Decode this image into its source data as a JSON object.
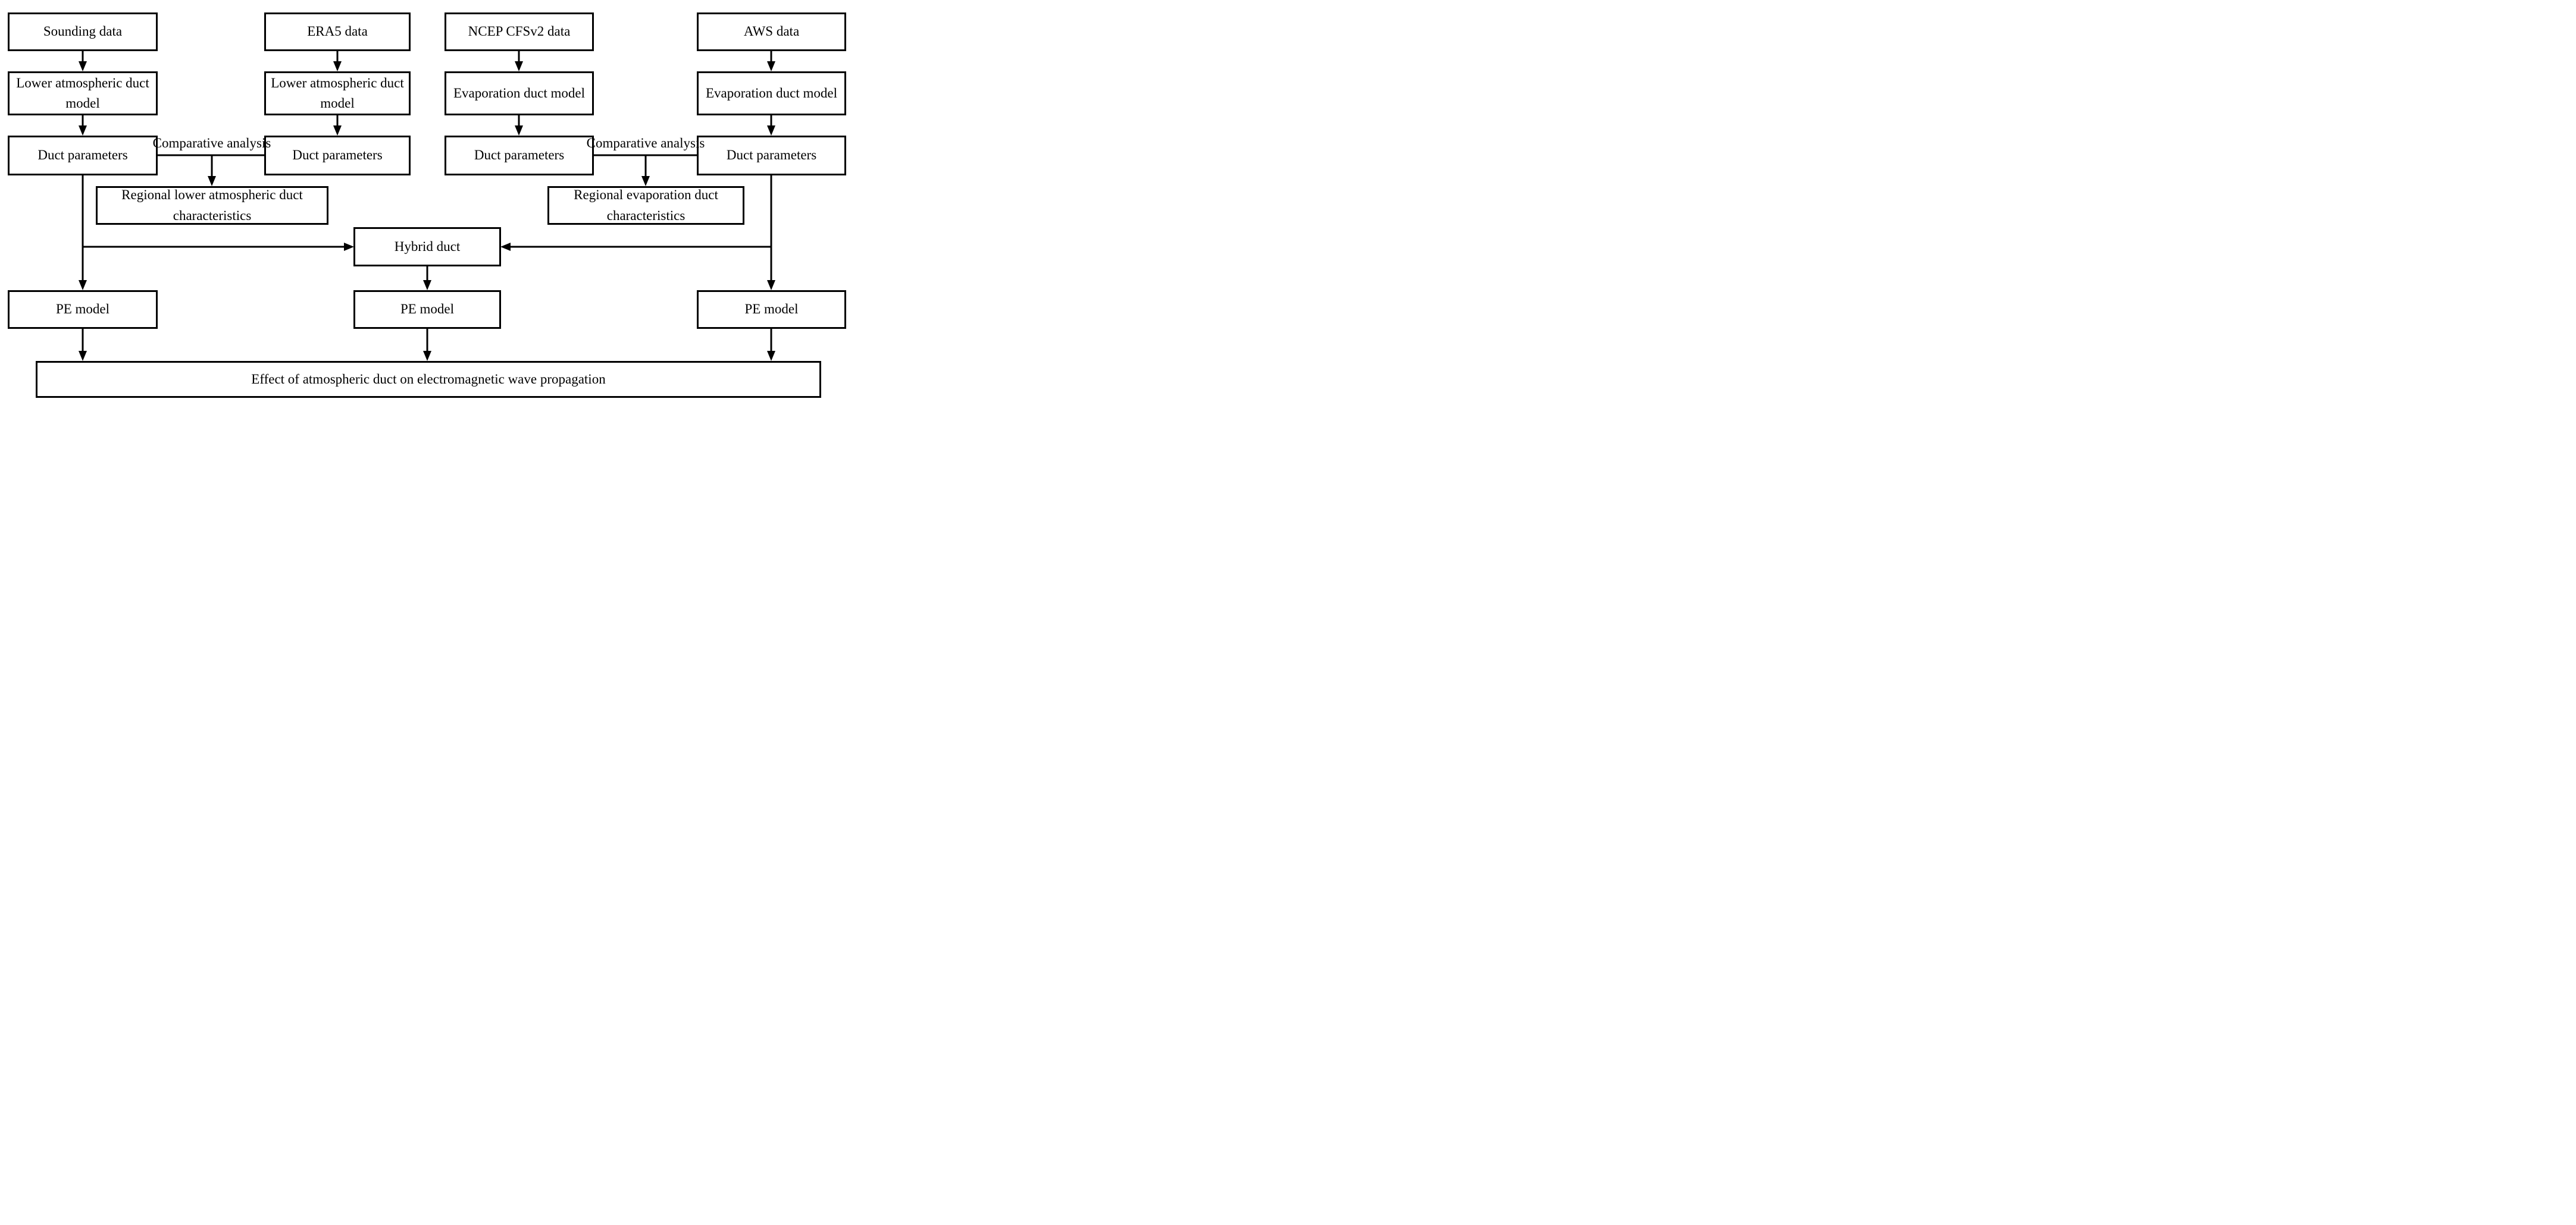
{
  "diagram": {
    "background_color": "#ffffff",
    "line_color": "#000000",
    "box_fill": "#ffffff",
    "nodes": {
      "sounding_data": "Sounding data",
      "era5_data": "ERA5 data",
      "ncep_cfsv2_data": "NCEP CFSv2 data",
      "aws_data": "AWS data",
      "lower_atmospheric_duct_model_left": "Lower atmospheric duct model",
      "lower_atmospheric_duct_model_right": "Lower atmospheric duct model",
      "evaporation_duct_model_left": "Evaporation duct model",
      "evaporation_duct_model_right": "Evaporation duct model",
      "duct_parameters_1": "Duct parameters",
      "duct_parameters_2": "Duct parameters",
      "duct_parameters_3": "Duct parameters",
      "duct_parameters_4": "Duct parameters",
      "comparative_analysis_left": "Comparative analysis",
      "comparative_analysis_right": "Comparative analysis",
      "regional_lower_atmospheric_duct_characteristics": "Regional lower atmospheric duct characteristics",
      "regional_evaporation_duct_characteristics": "Regional evaporation duct characteristics",
      "hybrid_duct": "Hybrid duct",
      "pe_model_left": "PE model",
      "pe_model_center": "PE model",
      "pe_model_right": "PE model",
      "effect_box": "Effect of atmospheric duct on electromagnetic wave propagation"
    }
  }
}
